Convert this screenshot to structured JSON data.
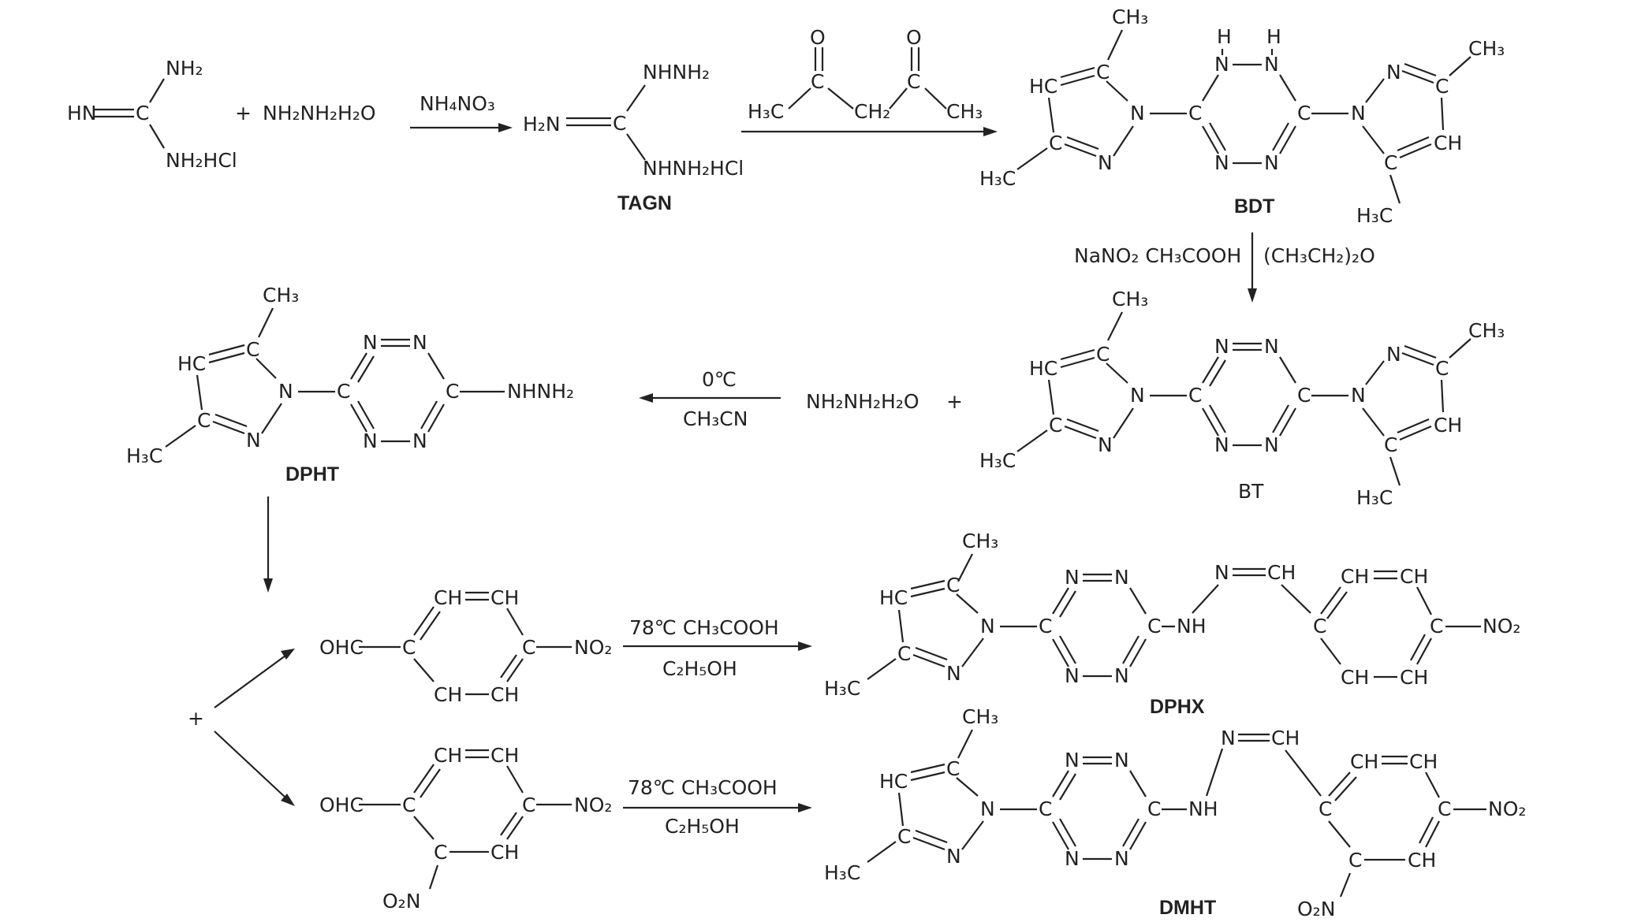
{
  "compounds": {
    "tagn": "TAGN",
    "bdt": "BDT",
    "bt": "BT",
    "dpht": "DPHT",
    "dphx": "DPHX",
    "dmht": "DMHT"
  },
  "reagents": {
    "r1": "NH₄NO₃",
    "r2a": "NaNO₂ CH₃COOH",
    "r2b": "(CH₃CH₂)₂O",
    "r3a": "0℃",
    "r3b": "CH₃CN",
    "r4a": "78℃   CH₃COOH",
    "r4b": "C₂H₅OH",
    "r5a": "78℃   CH₃COOH",
    "r5b": "C₂H₅OH"
  },
  "atoms": {
    "hn": "HN",
    "c": "C",
    "n": "N",
    "nh": "NH",
    "ch": "CH",
    "hc": "HC",
    "h": "H",
    "o": "O",
    "nh2": "NH₂",
    "nh2hcl": "NH₂HCl",
    "h2n": "H₂N",
    "nhnh2": "NHNH₂",
    "nhnh2hcl": "NHNH₂HCl",
    "hydrazine": "NH₂NH₂H₂O",
    "plus": "+",
    "ch3": "CH₃",
    "h3c": "H₃C",
    "ch2": "CH₂",
    "ohc": "OHC",
    "no2": "NO₂",
    "o2n": "O₂N"
  }
}
